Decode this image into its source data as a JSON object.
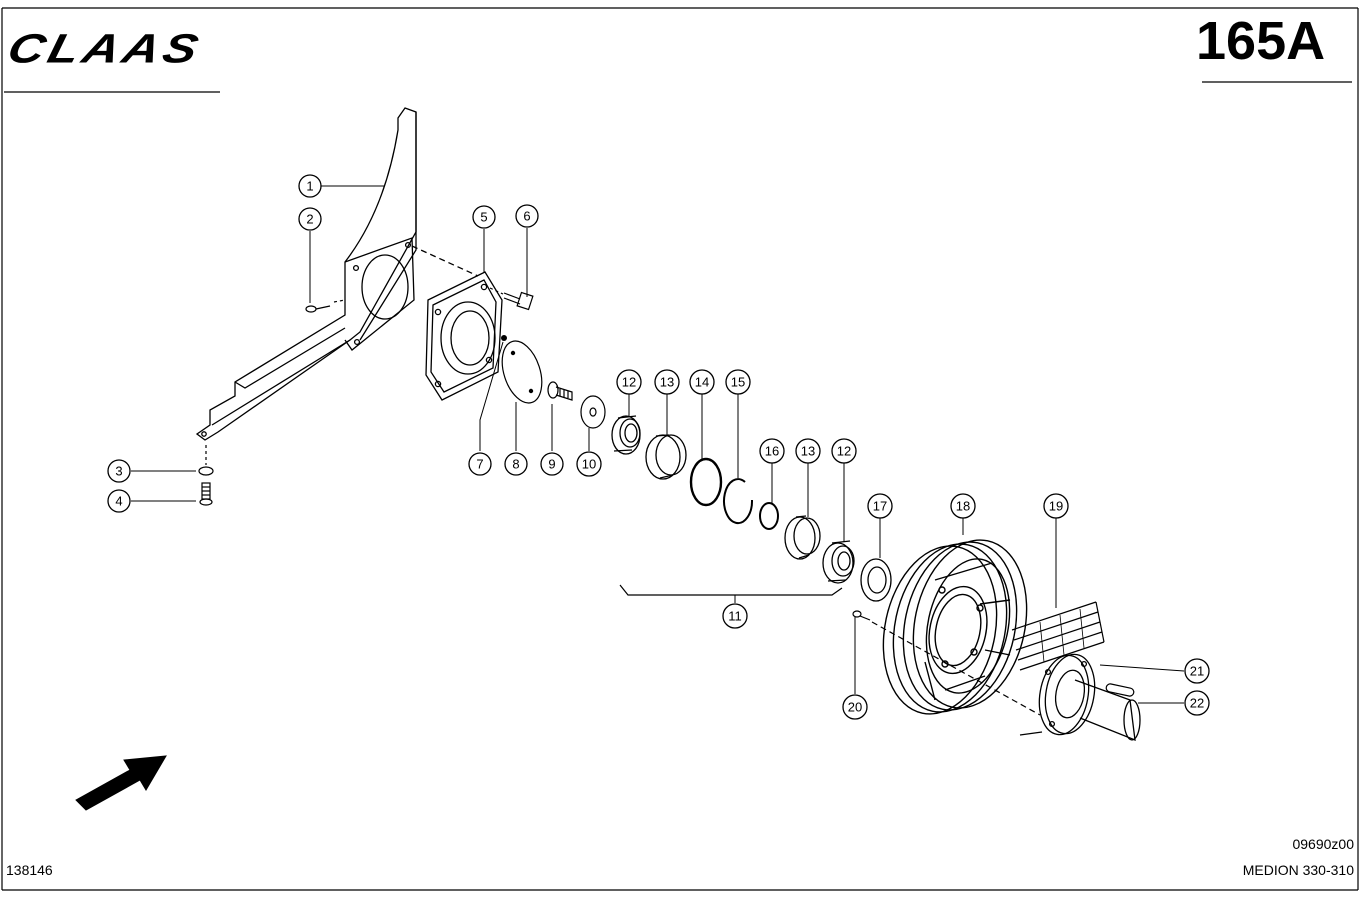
{
  "header": {
    "brand": "CLAAS",
    "sheet_number": "165A"
  },
  "footer": {
    "document_number": "138146",
    "drawing_code": "09690z00",
    "model": "MEDION 330-310"
  },
  "callouts": [
    {
      "id": "c1",
      "label": "1"
    },
    {
      "id": "c2",
      "label": "2"
    },
    {
      "id": "c3",
      "label": "3"
    },
    {
      "id": "c4",
      "label": "4"
    },
    {
      "id": "c5",
      "label": "5"
    },
    {
      "id": "c6",
      "label": "6"
    },
    {
      "id": "c7",
      "label": "7"
    },
    {
      "id": "c8",
      "label": "8"
    },
    {
      "id": "c9",
      "label": "9"
    },
    {
      "id": "c10",
      "label": "10"
    },
    {
      "id": "c11",
      "label": "11"
    },
    {
      "id": "c12a",
      "label": "12"
    },
    {
      "id": "c13a",
      "label": "13"
    },
    {
      "id": "c14",
      "label": "14"
    },
    {
      "id": "c15",
      "label": "15"
    },
    {
      "id": "c16",
      "label": "16"
    },
    {
      "id": "c13b",
      "label": "13"
    },
    {
      "id": "c12b",
      "label": "12"
    },
    {
      "id": "c17",
      "label": "17"
    },
    {
      "id": "c18",
      "label": "18"
    },
    {
      "id": "c19",
      "label": "19"
    },
    {
      "id": "c20",
      "label": "20"
    },
    {
      "id": "c21",
      "label": "21"
    },
    {
      "id": "c22",
      "label": "22"
    }
  ],
  "colors": {
    "line": "#000000",
    "paper": "#ffffff"
  }
}
